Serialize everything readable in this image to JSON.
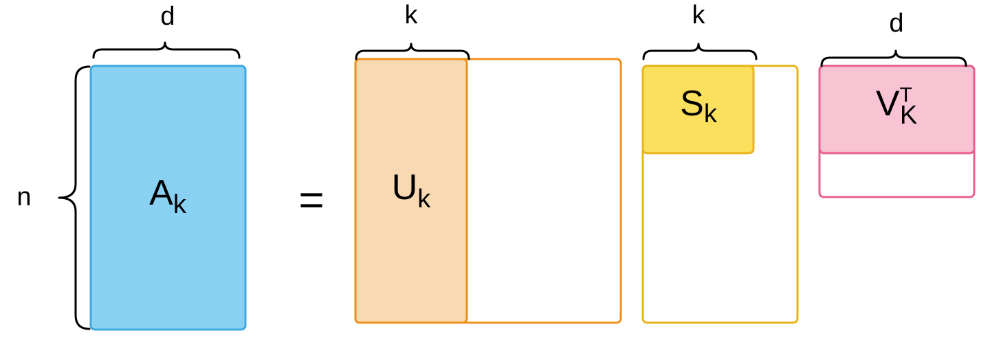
{
  "dimensions": {
    "a_cols": "d",
    "a_rows": "n",
    "u_cols": "k",
    "s_cols": "k",
    "v_cols": "d"
  },
  "matrices": {
    "a": {
      "base": "A",
      "sub": "k",
      "color_fill": "#89d1f2",
      "color_stroke": "#3ea9e0"
    },
    "u": {
      "base": "U",
      "sub": "k",
      "color_fill": "#f9d9b1",
      "color_stroke": "#f0901a"
    },
    "s": {
      "base": "S",
      "sub": "k",
      "color_fill": "#fbe05e",
      "color_stroke": "#e8b418"
    },
    "v": {
      "base": "V",
      "sup": "T",
      "sub": "K",
      "color_fill": "#f8c3d3",
      "color_stroke": "#e85f90"
    }
  },
  "equals_sign": "="
}
